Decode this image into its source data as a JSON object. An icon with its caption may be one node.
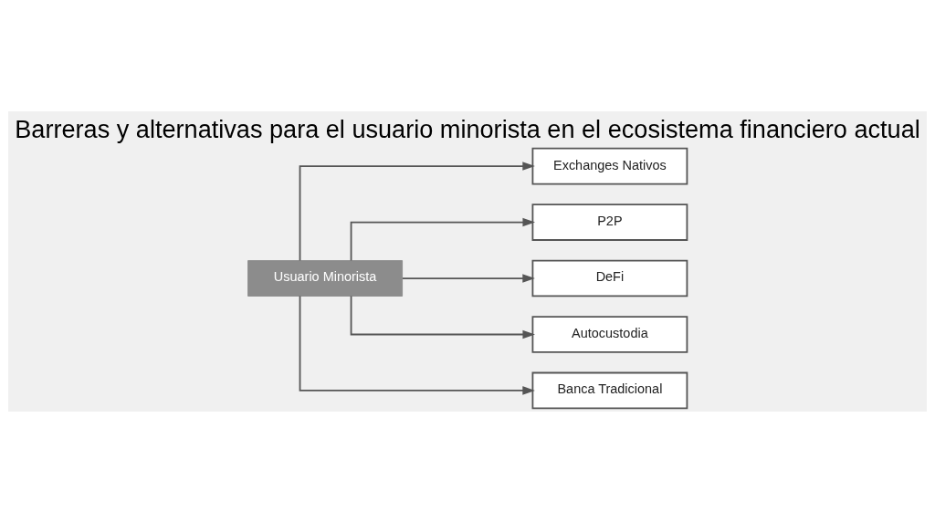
{
  "diagram": {
    "title": "Barreras y alternativas para el usuario minorista en el ecosistema financiero actual",
    "nodes": [
      {
        "text": [
          "Usuario Minorista"
        ]
      },
      {
        "text": [
          "Exchanges Nativos"
        ]
      },
      {
        "text": [
          "P2P"
        ]
      },
      {
        "text": [
          "DeFi"
        ]
      },
      {
        "text": [
          "Autocustodia"
        ]
      },
      {
        "text": [
          "Banca Tradicional"
        ]
      }
    ],
    "edges": [
      {
        "from": 0,
        "to": 1,
        "arrow": "to"
      },
      {
        "from": 0,
        "to": 2,
        "arrow": "to"
      },
      {
        "from": 0,
        "to": 3,
        "arrow": "to"
      },
      {
        "from": 0,
        "to": 4,
        "arrow": "to"
      },
      {
        "from": 0,
        "to": 5,
        "arrow": "to"
      }
    ]
  }
}
